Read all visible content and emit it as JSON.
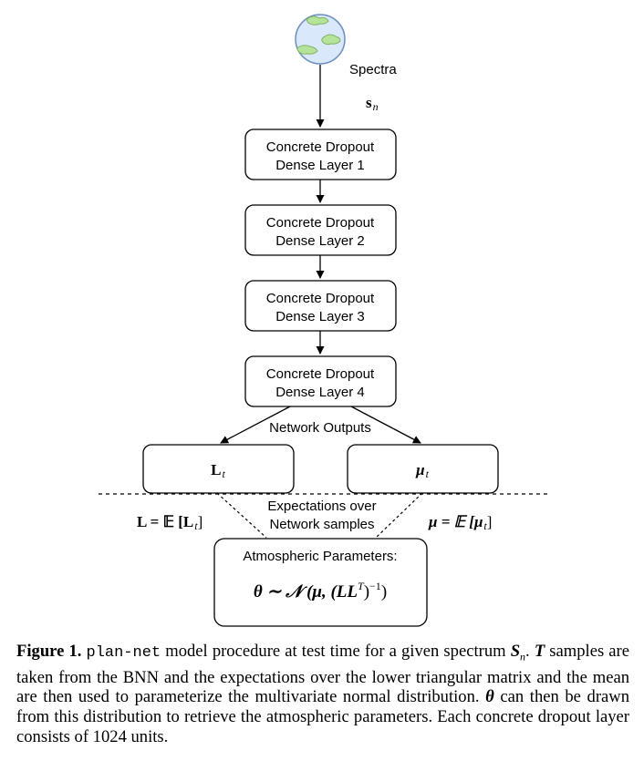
{
  "diagram": {
    "input": {
      "label": "Spectra",
      "symbol_main": "s",
      "symbol_sub": "n"
    },
    "layers": [
      {
        "line1": "Concrete Dropout",
        "line2": "Dense Layer 1"
      },
      {
        "line1": "Concrete Dropout",
        "line2": "Dense Layer 2"
      },
      {
        "line1": "Concrete Dropout",
        "line2": "Dense Layer 3"
      },
      {
        "line1": "Concrete Dropout",
        "line2": "Dense Layer 4"
      }
    ],
    "outputs_label": "Network Outputs",
    "output_left": {
      "main": "L",
      "sub": "t"
    },
    "output_right": {
      "main": "μ",
      "sub": "t"
    },
    "expectations": {
      "line1": "Expectations over",
      "line2": "Network samples"
    },
    "eq_left": {
      "lhs": "L = 𝔼 [L",
      "sub": "t",
      "rhs": "]"
    },
    "eq_right": {
      "lhs": "μ = 𝔼 [μ",
      "sub": "t",
      "rhs": "]"
    },
    "result": {
      "title": "Atmospheric Parameters:",
      "formula_a": "θ ∼ 𝒩 (μ, (LL",
      "formula_sup_t": "T",
      "formula_b": ")",
      "formula_sup_inv": "−1",
      "formula_c": ")"
    }
  },
  "caption": {
    "label": "Figure 1.",
    "code": "plan-net",
    "text1": " model procedure at test time for a given spectrum ",
    "sym_s": "S",
    "sym_s_sub": "n",
    "text2": ". ",
    "sym_t": "T",
    "text3": " samples are taken from the BNN and the expectations over the lower triangular matrix and the mean are then used to parameterize the multivariate normal distribution. ",
    "sym_theta": "θ",
    "text4": " can then be drawn from this distribution to retrieve the atmospheric parameters. Each concrete dropout layer consists of 1024 units."
  }
}
